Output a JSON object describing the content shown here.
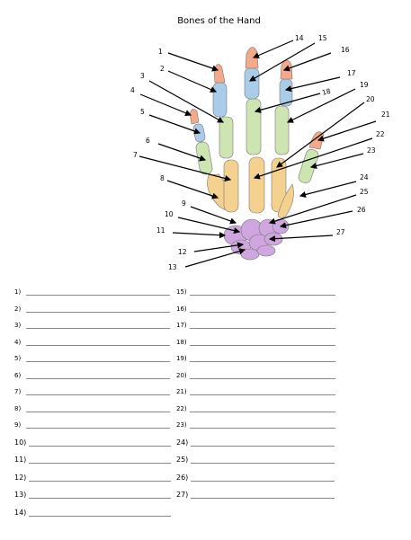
{
  "title": "Bones of the Hand",
  "labels": [
    "1",
    "2",
    "3",
    "4",
    "5",
    "6",
    "7",
    "8",
    "9",
    "10",
    "11",
    "12",
    "13",
    "14",
    "15",
    "16",
    "17",
    "18",
    "19",
    "20",
    "21",
    "22",
    "23",
    "24",
    "25",
    "26",
    "27"
  ],
  "answers_left": [
    "1)",
    "2)",
    "3)",
    "4)",
    "5)",
    "6)",
    "7)",
    "8)",
    "9)",
    "10)",
    "11)",
    "12)",
    "13)",
    "14)"
  ],
  "answers_right": [
    "15)",
    "16)",
    "17)",
    "18)",
    "19)",
    "20)",
    "21)",
    "22)",
    "23)",
    "24)",
    "25)",
    "26)",
    "27)"
  ],
  "colors": {
    "distal_phalanx": "#f4a98a",
    "middle_phalanx": "#a9cde8",
    "proximal_phalanx": "#cde5b0",
    "metacarpal": "#f5d190",
    "carpal": "#cfa6e0",
    "outline": "#777777"
  }
}
